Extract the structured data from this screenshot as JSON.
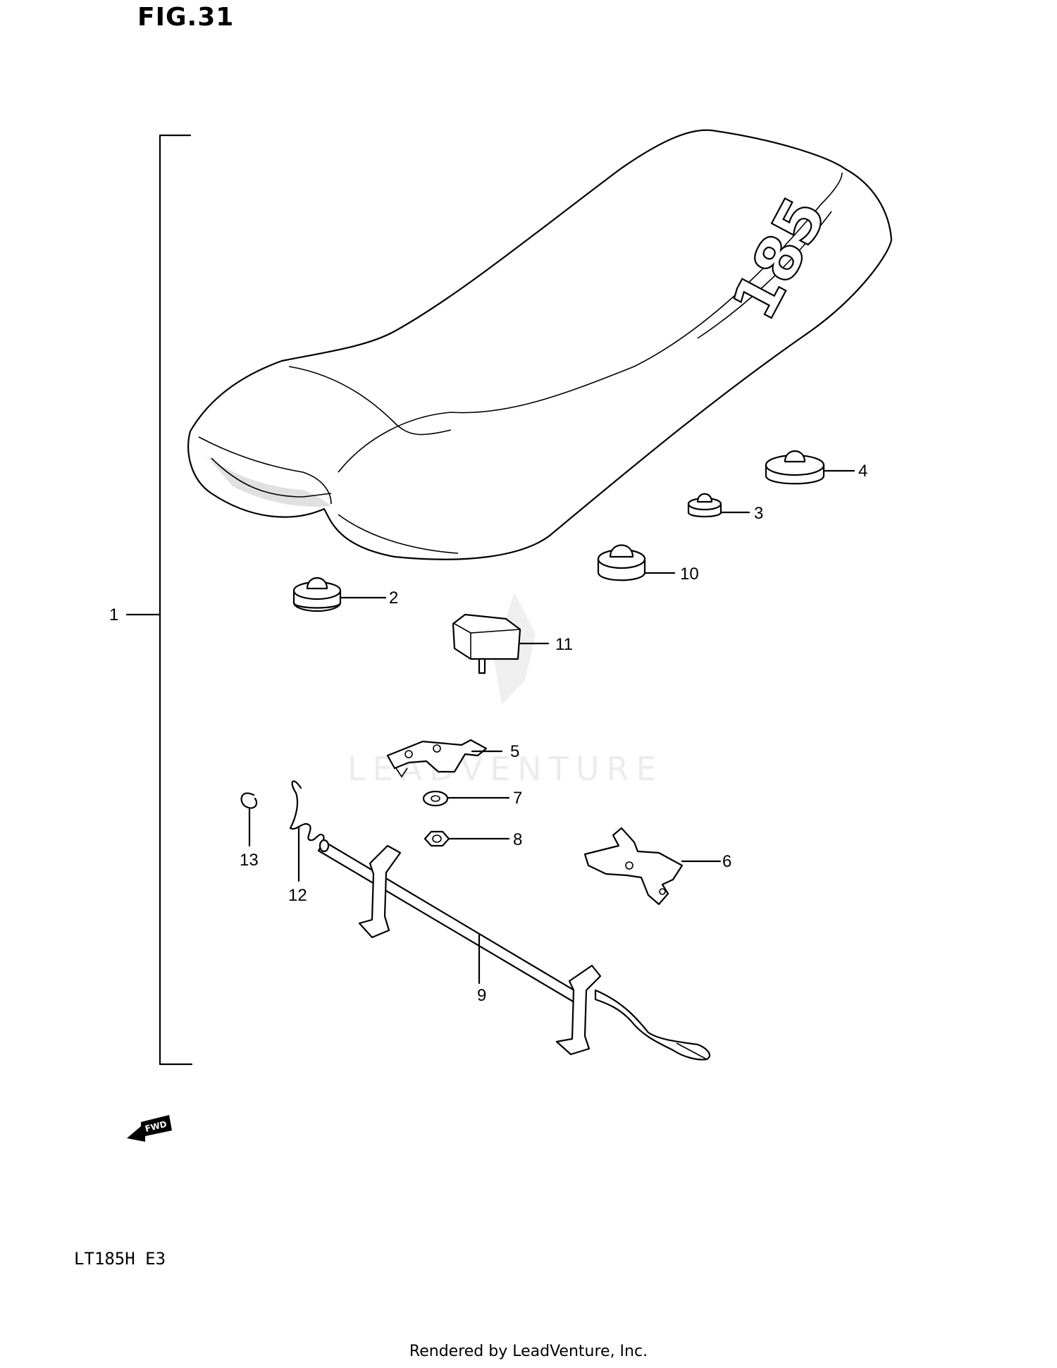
{
  "figure": {
    "title": "FIG.31",
    "model": "LT185H E3",
    "seat_emblem": "185",
    "fwd_label": "FWD",
    "footer": "Rendered by LeadVenture, Inc.",
    "watermark": "LEADVENTURE"
  },
  "callouts": [
    {
      "id": "c1",
      "label": "1"
    },
    {
      "id": "c2",
      "label": "2"
    },
    {
      "id": "c3",
      "label": "3"
    },
    {
      "id": "c4",
      "label": "4"
    },
    {
      "id": "c5",
      "label": "5"
    },
    {
      "id": "c6",
      "label": "6"
    },
    {
      "id": "c7",
      "label": "7"
    },
    {
      "id": "c8",
      "label": "8"
    },
    {
      "id": "c9",
      "label": "9"
    },
    {
      "id": "c10",
      "label": "10"
    },
    {
      "id": "c11",
      "label": "11"
    },
    {
      "id": "c12",
      "label": "12"
    },
    {
      "id": "c13",
      "label": "13"
    }
  ]
}
